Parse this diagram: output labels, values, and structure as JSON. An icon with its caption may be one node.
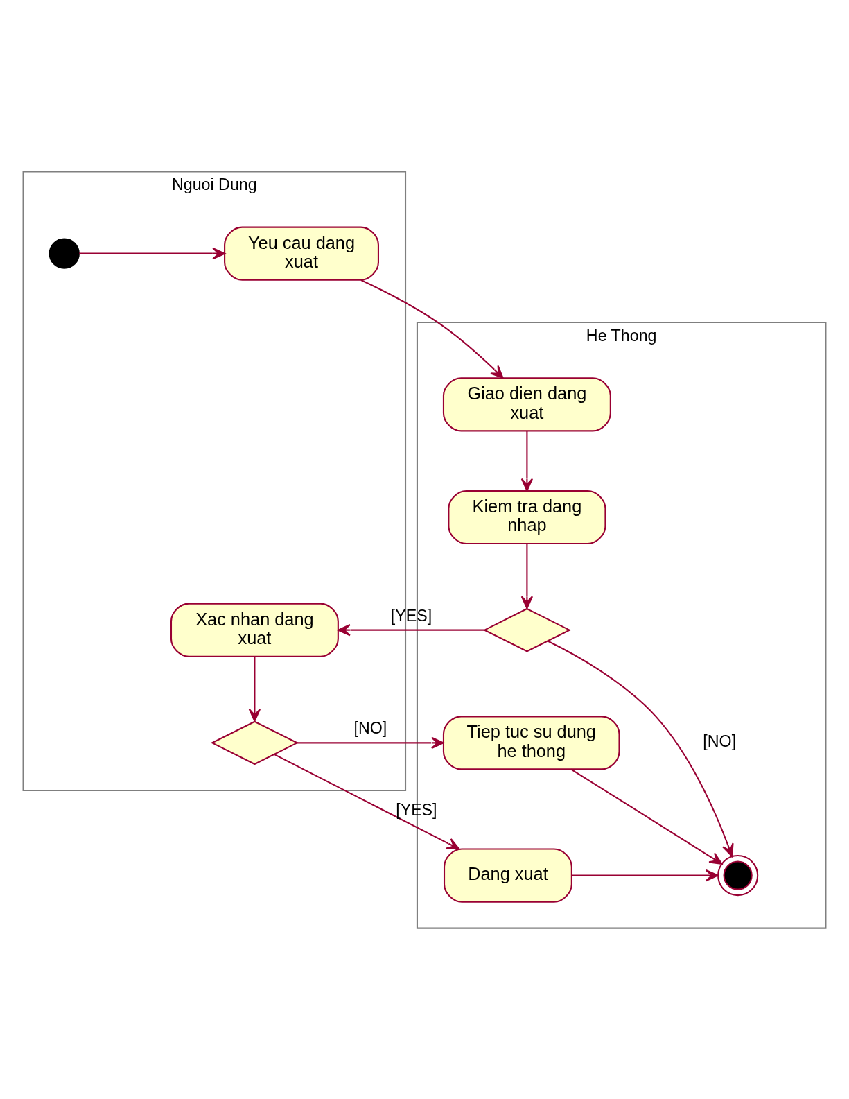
{
  "diagram": {
    "nodes": [
      {
        "text": [
          "Nguoi Dung"
        ]
      },
      {
        "text": [
          "He Thong"
        ]
      },
      {
        "text": [],
        "shape": "circle",
        "in": 0
      },
      {
        "text": [
          "Yeu cau dang xuat"
        ],
        "in": 0
      },
      {
        "text": [
          "Giao dien dang xuat"
        ],
        "in": 1
      },
      {
        "text": [
          "Kiem tra dang nhap"
        ],
        "in": 1
      },
      {
        "text": [],
        "shape": "diamond",
        "in": 1
      },
      {
        "text": [
          "Xac nhan dang xuat"
        ],
        "in": 0
      },
      {
        "text": [],
        "shape": "diamond",
        "in": 0
      },
      {
        "text": [
          "Tiep tuc su dung he thong"
        ],
        "in": 1
      },
      {
        "text": [
          "Dang xuat"
        ],
        "in": 1
      },
      {
        "text": [],
        "shape": "circle",
        "in": 1
      }
    ],
    "edges": [
      {
        "from": 2,
        "to": 3,
        "arrow": "to"
      },
      {
        "from": 3,
        "to": 4,
        "arrow": "to"
      },
      {
        "from": 4,
        "to": 5,
        "arrow": "to"
      },
      {
        "from": 5,
        "to": 6,
        "arrow": "to"
      },
      {
        "from": 6,
        "to": 7,
        "arrow": "to",
        "label": "[YES]"
      },
      {
        "from": 6,
        "to": 11,
        "arrow": "to",
        "label": "[NO]"
      },
      {
        "from": 7,
        "to": 8,
        "arrow": "to"
      },
      {
        "from": 8,
        "to": 9,
        "arrow": "to",
        "label": "[NO]"
      },
      {
        "from": 8,
        "to": 10,
        "arrow": "to",
        "label": "[YES]"
      },
      {
        "from": 9,
        "to": 11,
        "arrow": "to"
      },
      {
        "from": 10,
        "to": 11,
        "arrow": "to"
      }
    ]
  }
}
